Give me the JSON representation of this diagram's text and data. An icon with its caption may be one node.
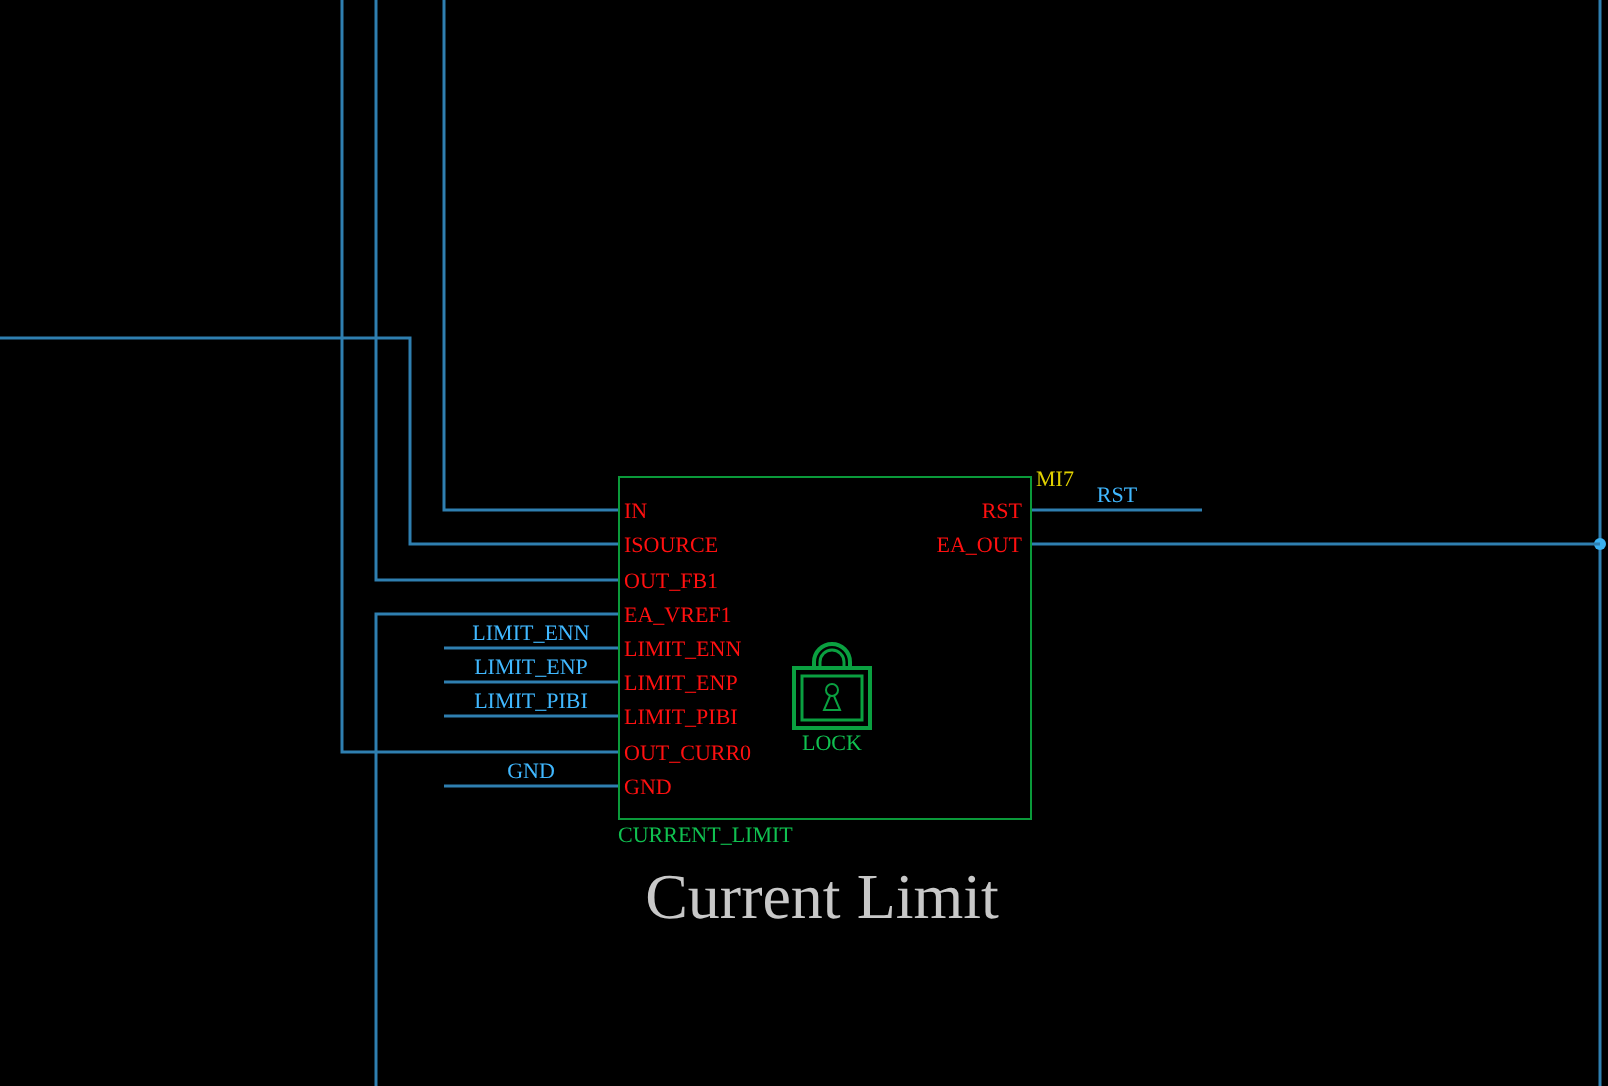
{
  "diagram": {
    "title": "Current Limit",
    "nodes": [
      {
        "text": [],
        "shape": "box",
        "beside": [
          "MI7",
          "CURRENT_LIMIT"
        ]
      },
      {
        "text": [
          "IN"
        ],
        "in": 0
      },
      {
        "text": [
          "ISOURCE"
        ],
        "in": 0
      },
      {
        "text": [
          "OUT_FB1"
        ],
        "in": 0
      },
      {
        "text": [
          "EA_VREF1"
        ],
        "in": 0
      },
      {
        "text": [
          "LIMIT_ENN"
        ],
        "in": 0
      },
      {
        "text": [
          "LIMIT_ENP"
        ],
        "in": 0
      },
      {
        "text": [
          "LIMIT_PIBI"
        ],
        "in": 0
      },
      {
        "text": [
          "OUT_CURR0"
        ],
        "in": 0
      },
      {
        "text": [
          "GND"
        ],
        "in": 0
      },
      {
        "text": [
          "RST"
        ],
        "in": 0
      },
      {
        "text": [
          "EA_OUT"
        ],
        "in": 0
      }
    ],
    "edges": [
      {
        "from": null,
        "to": 1,
        "arrow": "none"
      },
      {
        "from": null,
        "to": 2,
        "arrow": "none"
      },
      {
        "from": null,
        "to": 3,
        "arrow": "none"
      },
      {
        "from": null,
        "to": 4,
        "arrow": "none"
      },
      {
        "from": null,
        "to": 5,
        "arrow": "none",
        "label": "LIMIT_ENN"
      },
      {
        "from": null,
        "to": 6,
        "arrow": "none",
        "label": "LIMIT_ENP"
      },
      {
        "from": null,
        "to": 7,
        "arrow": "none",
        "label": "LIMIT_PIBI"
      },
      {
        "from": null,
        "to": 8,
        "arrow": "none"
      },
      {
        "from": null,
        "to": 9,
        "arrow": "none",
        "label": "GND"
      },
      {
        "from": null,
        "to": 10,
        "arrow": "none",
        "label": "RST"
      },
      {
        "from": null,
        "to": 11,
        "arrow": "none"
      }
    ],
    "labels": [
      "LOCK"
    ]
  }
}
